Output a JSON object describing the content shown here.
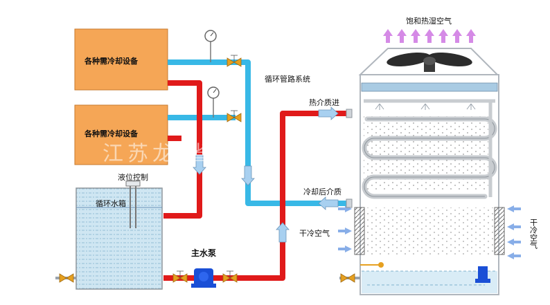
{
  "labels": {
    "equipment_top": "各种需冷却设备",
    "equipment_bottom": "各种需冷却设备",
    "circulation_system": "循环管路系统",
    "hot_medium_in": "热介质进",
    "cooled_medium_out": "冷却后介质",
    "dry_cold_air_left": "干冷空气",
    "dry_cold_air_right": "干冷空气",
    "saturated_air": "饱和热湿空气",
    "level_control": "液位控制",
    "circulation_tank": "循环水箱",
    "main_pump": "主水泵",
    "watermark": "江苏龙·省·"
  },
  "colors": {
    "equipment_box": "#f5a656",
    "hot_pipe": "#e01a1a",
    "cold_pipe": "#38b8e6",
    "flow_arrow": "#a8d0f0",
    "tower_frame": "#bfc5cc",
    "air_arrow_out": "#d58ae6",
    "air_arrow_in": "#88aee8",
    "valve": "#e6a020",
    "pump": "#1a4fd6"
  }
}
